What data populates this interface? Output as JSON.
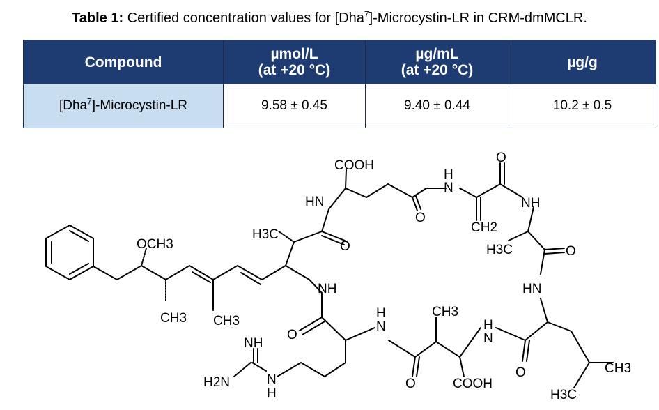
{
  "caption": {
    "label": "Table 1:",
    "text_before": " Certified concentration values for [Dha",
    "sup": "7",
    "text_after": "]-Microcystin-LR in CRM-dmMCLR."
  },
  "table": {
    "headers": [
      {
        "line1": "Compound",
        "line2": ""
      },
      {
        "line1": "µmol/L",
        "line2": "(at +20 °C)"
      },
      {
        "line1": "µg/mL",
        "line2": "(at +20 °C)"
      },
      {
        "line1": "µg/g",
        "line2": ""
      }
    ],
    "row": {
      "compound_before": "[Dha",
      "compound_sup": "7",
      "compound_after": "]-Microcystin-LR",
      "values": [
        "9.58 ± 0.45",
        "9.40 ± 0.44",
        "10.2 ± 0.5"
      ]
    }
  },
  "structure": {
    "labels": {
      "cooh_top": "COOH",
      "hn_left": "HN",
      "h_nh_top": "H",
      "n_top": "N",
      "o_top_right": "O",
      "nh_right": "NH",
      "h3c_upper": "H3C",
      "o_upper_mid": "O",
      "o_upper_center": "O",
      "ch2": "CH2",
      "h3c_right": "H3C",
      "o_right": "O",
      "och3": "OCH3",
      "nh_mid": "NH",
      "hn_right": "HN",
      "ch3_left": "CH3",
      "ch3_mid": "CH3",
      "h_lower": "H",
      "n_lower": "N",
      "ch3_lower": "CH3",
      "h_lower_right": "H",
      "n_lower_right": "N",
      "o_mid_left": "O",
      "nh_guan": "NH",
      "h2n": "H2N",
      "n_guan": "N",
      "h_guan": "H",
      "o_bottom_left": "O",
      "cooh_bottom": "COOH",
      "o_bottom_right": "O",
      "ch3_far_right": "CH3",
      "h3c_bottom": "H3C"
    }
  }
}
